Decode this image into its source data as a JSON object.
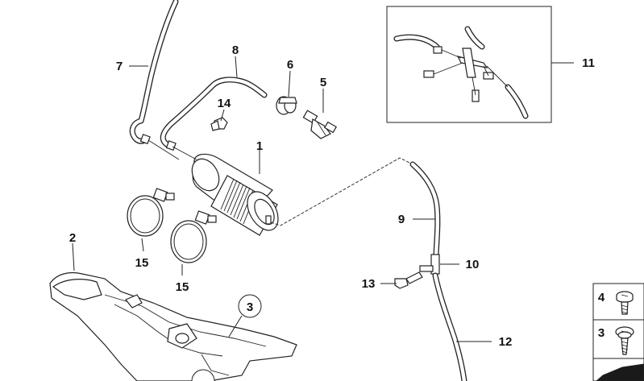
{
  "diagram": {
    "callouts": [
      "1",
      "2",
      "3",
      "5",
      "6",
      "7",
      "8",
      "9",
      "10",
      "11",
      "12",
      "13",
      "14",
      "15",
      "15"
    ],
    "inset_labels": [
      "4",
      "3"
    ]
  },
  "colors": {
    "line": "#222222",
    "fill": "#ffffff",
    "shade": "#d8d8d8",
    "dark_fill": "#1a1a1a"
  }
}
